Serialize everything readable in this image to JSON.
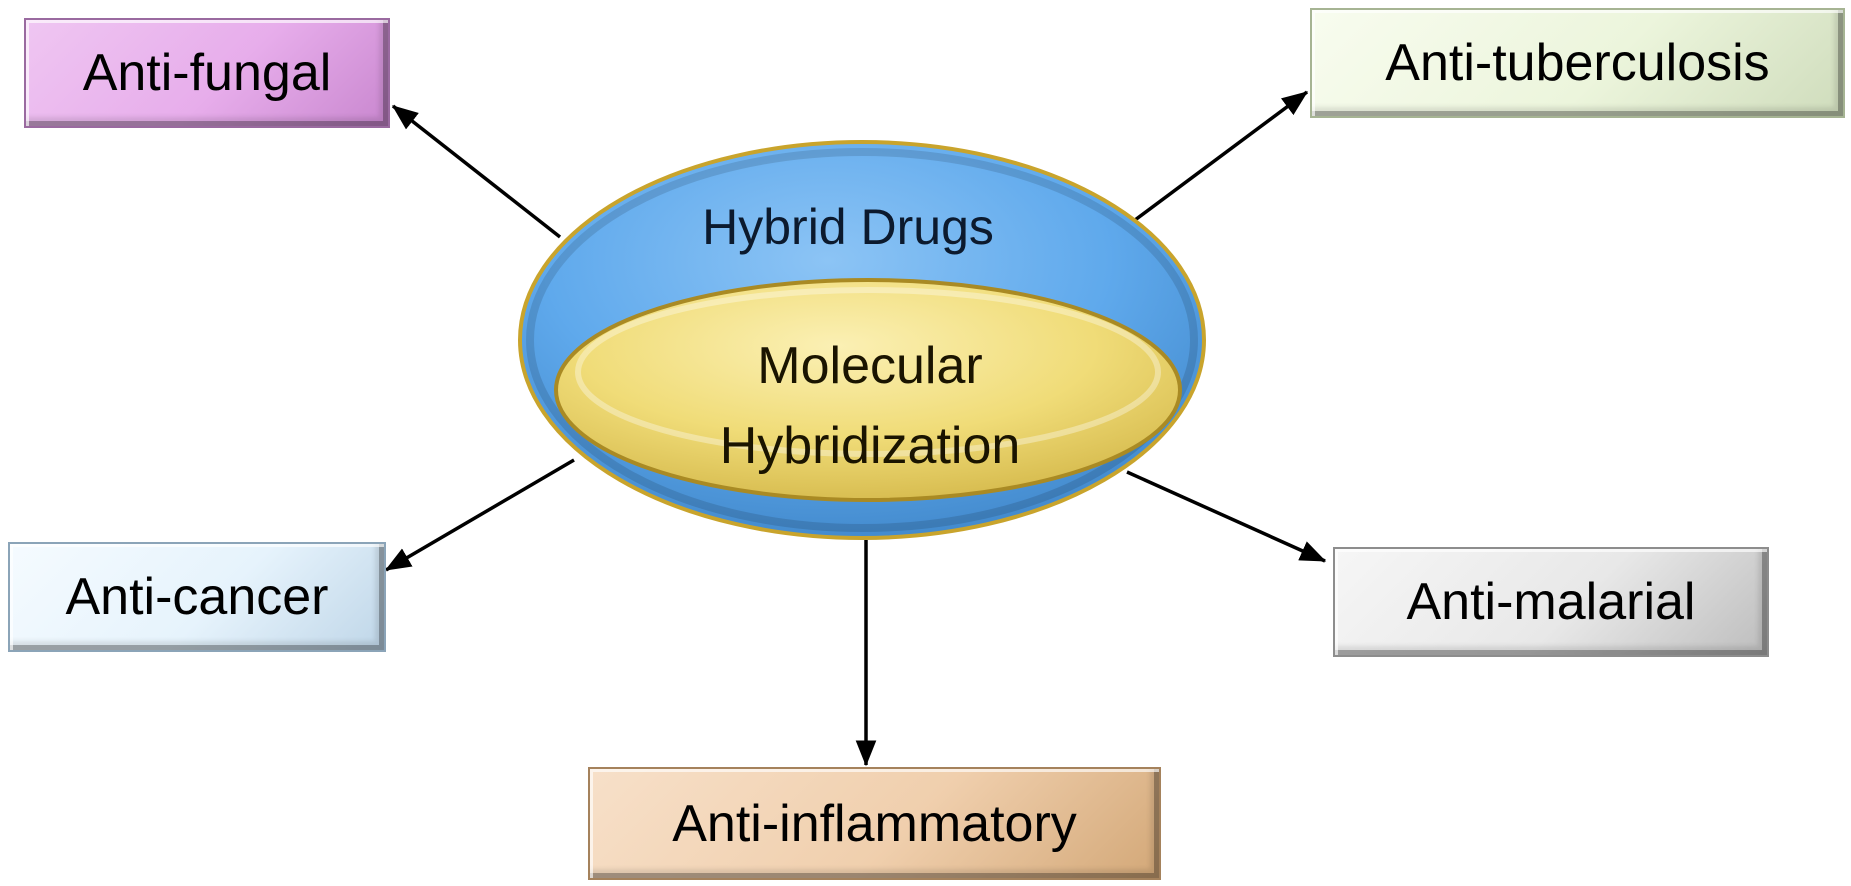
{
  "center": {
    "outer_label": "Hybrid Drugs",
    "inner_label_line1": "Molecular",
    "inner_label_line2": "Hybridization",
    "outer_color": "#5fa9ec",
    "inner_color": "#f0dc78",
    "rim_color": "#c9a42c"
  },
  "boxes": {
    "antifungal": "Anti-fungal",
    "antituberculosis": "Anti-tuberculosis",
    "anticancer": "Anti-cancer",
    "antimalarial": "Anti-malarial",
    "antiinflammatory": "Anti-inflammatory"
  },
  "arrow_color": "#000000"
}
